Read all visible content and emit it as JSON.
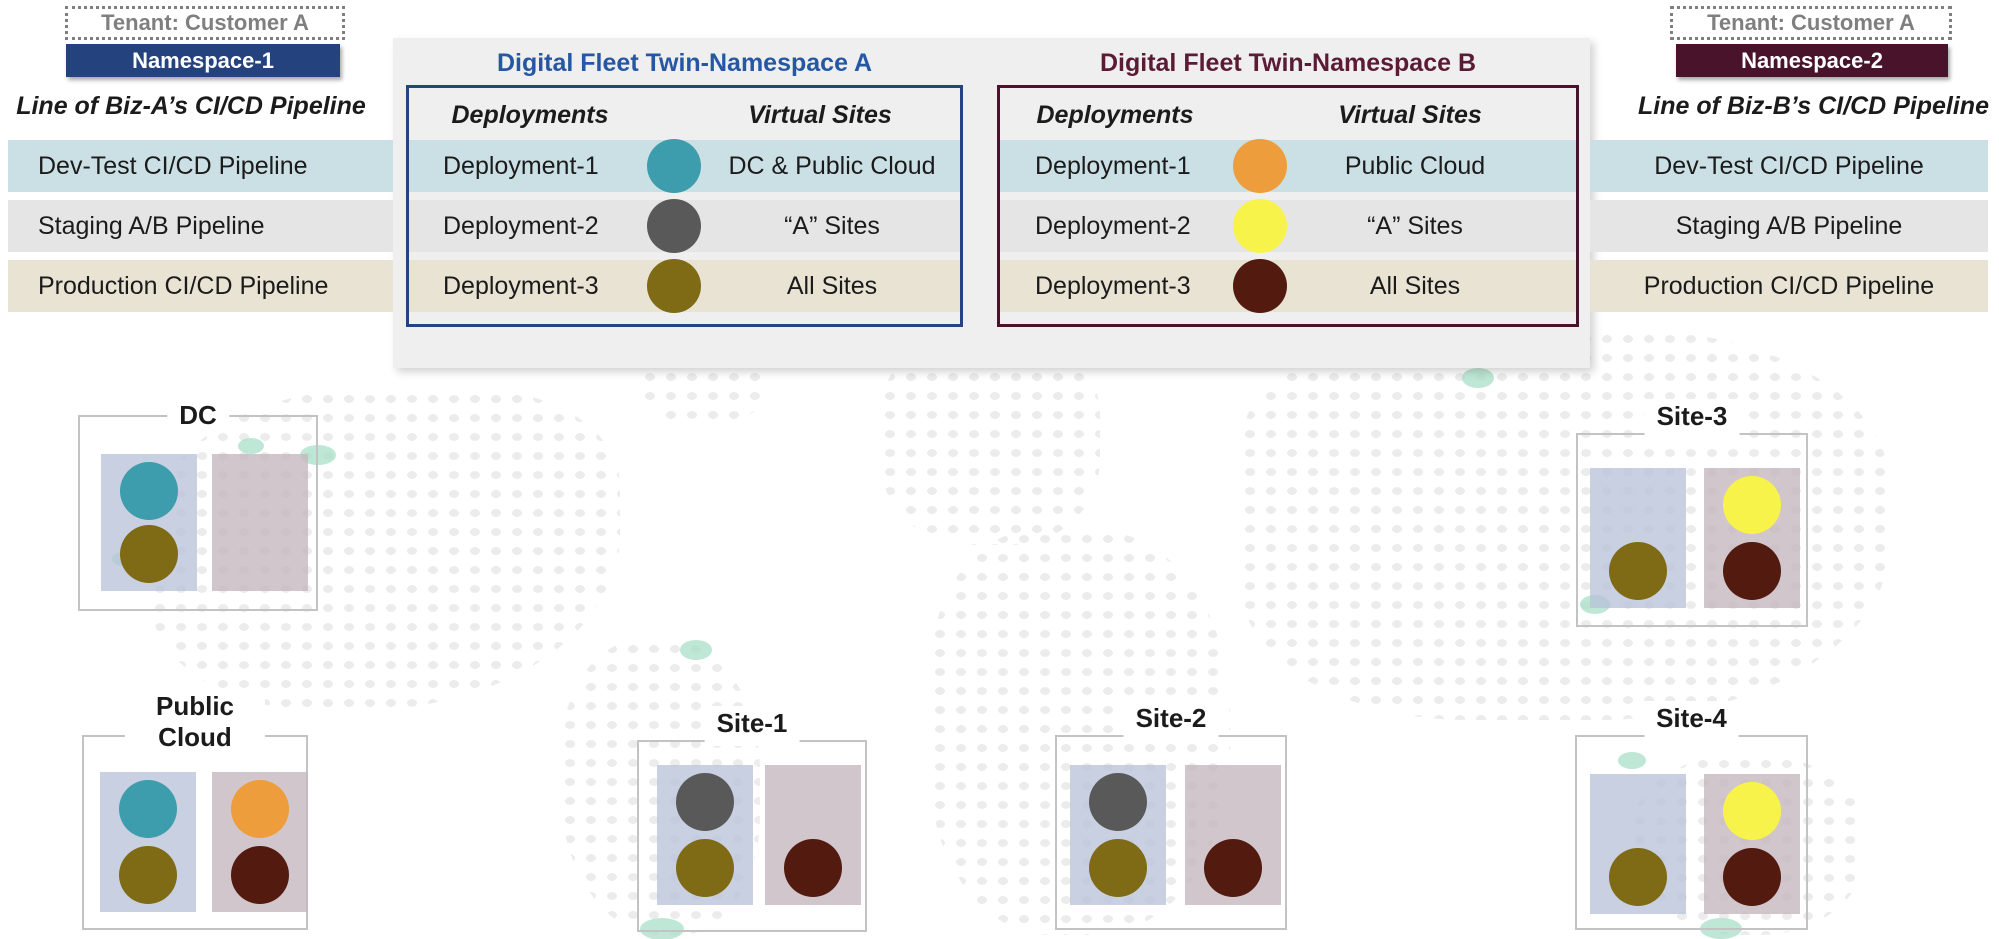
{
  "tenants": {
    "left": {
      "tenant_label": "Tenant: Customer A",
      "namespace_label": "Namespace-1",
      "pipeline_caption": "Line of Biz-A’s CI/CD Pipeline"
    },
    "right": {
      "tenant_label": "Tenant: Customer A",
      "namespace_label": "Namespace-2",
      "pipeline_caption": "Line of Biz-B’s CI/CD Pipeline"
    }
  },
  "pipelines": [
    {
      "label": "Dev-Test CI/CD Pipeline"
    },
    {
      "label": "Staging A/B Pipeline"
    },
    {
      "label": "Production CI/CD Pipeline"
    }
  ],
  "legends": {
    "a": {
      "title": "Digital Fleet Twin-Namespace A",
      "col_deployments": "Deployments",
      "col_virtual_sites": "Virtual Sites",
      "rows": [
        {
          "deployment": "Deployment-1",
          "virtual_sites": "DC & Public Cloud",
          "dot_color": "teal"
        },
        {
          "deployment": "Deployment-2",
          "virtual_sites": "“A” Sites",
          "dot_color": "gray"
        },
        {
          "deployment": "Deployment-3",
          "virtual_sites": "All  Sites",
          "dot_color": "olive"
        }
      ]
    },
    "b": {
      "title": "Digital Fleet Twin-Namespace B",
      "col_deployments": "Deployments",
      "col_virtual_sites": "Virtual Sites",
      "rows": [
        {
          "deployment": "Deployment-1",
          "virtual_sites": "Public Cloud",
          "dot_color": "orange"
        },
        {
          "deployment": "Deployment-2",
          "virtual_sites": "“A” Sites",
          "dot_color": "yellow"
        },
        {
          "deployment": "Deployment-3",
          "virtual_sites": "All  Sites",
          "dot_color": "maroon"
        }
      ]
    }
  },
  "sites": [
    {
      "label": "DC",
      "namespace1_dots": [
        "teal",
        "olive"
      ],
      "namespace2_dots": []
    },
    {
      "label": "Public Cloud",
      "namespace1_dots": [
        "teal",
        "olive"
      ],
      "namespace2_dots": [
        "orange",
        "maroon"
      ]
    },
    {
      "label": "Site-1",
      "namespace1_dots": [
        "gray",
        "olive"
      ],
      "namespace2_dots": [
        "maroon"
      ]
    },
    {
      "label": "Site-2",
      "namespace1_dots": [
        "gray",
        "olive"
      ],
      "namespace2_dots": [
        "maroon"
      ]
    },
    {
      "label": "Site-3",
      "namespace1_dots": [
        "olive"
      ],
      "namespace2_dots": [
        "yellow",
        "maroon"
      ]
    },
    {
      "label": "Site-4",
      "namespace1_dots": [
        "olive"
      ],
      "namespace2_dots": [
        "yellow",
        "maroon"
      ]
    }
  ],
  "colors": {
    "namespace1_bar": "#24437E",
    "namespace2_bar": "#4A132C",
    "legend_a_accent": "#2557A5",
    "legend_b_accent": "#5C1B35",
    "deployment_teal": "#3D9DAC",
    "deployment_gray": "#595959",
    "deployment_olive": "#7F6A15",
    "deployment_orange": "#EE9D3D",
    "deployment_yellow": "#F8F34B",
    "deployment_maroon": "#531A0F",
    "band_devtest": "#CBE0E5",
    "band_staging": "#E5E5E5",
    "band_production": "#E8E3D3",
    "site_panel_namespace1": "#BAC3D8",
    "site_panel_namespace2": "#C5B8BF"
  }
}
